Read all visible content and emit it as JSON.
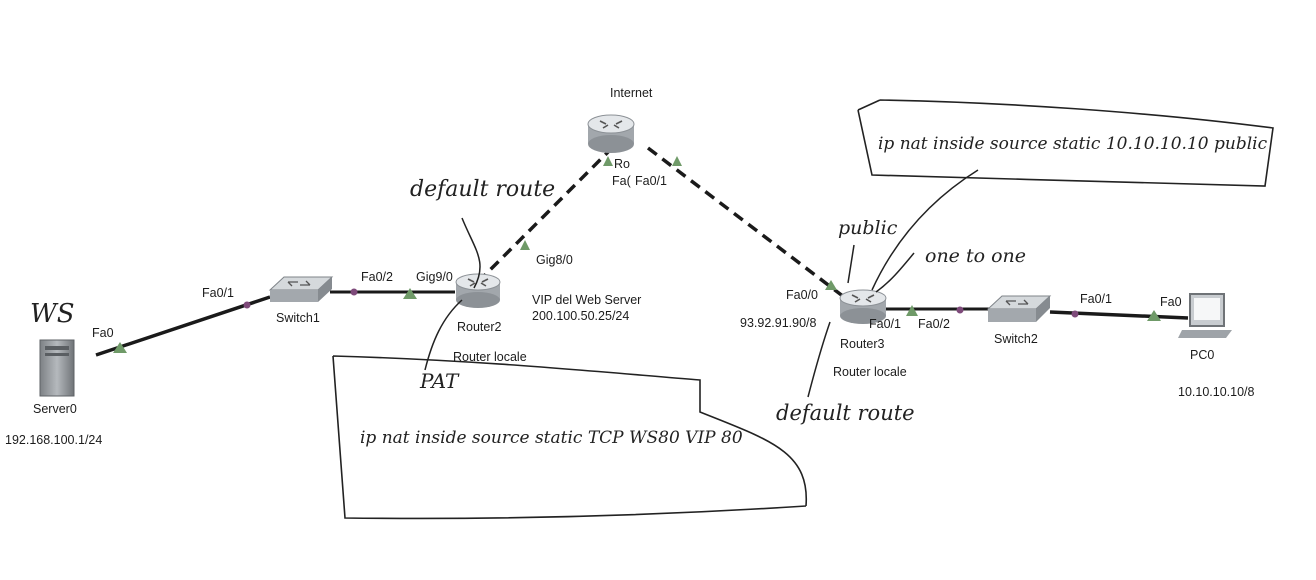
{
  "devices": {
    "internet": {
      "name": "Internet"
    },
    "router2": {
      "name": "Router2",
      "role": "Router locale"
    },
    "router3": {
      "name": "Router3",
      "role": "Router locale"
    },
    "switch1": {
      "name": "Switch1"
    },
    "switch2": {
      "name": "Switch2"
    },
    "server0": {
      "name": "Server0",
      "ip": "192.168.100.1/24"
    },
    "pc0": {
      "name": "PC0",
      "ip": "10.10.10.10/8"
    }
  },
  "ports": {
    "server0_fa0": "Fa0",
    "switch1_fa01": "Fa0/1",
    "switch1_fa02": "Fa0/2",
    "router2_gig90": "Gig9/0",
    "router2_gig80": "Gig8/0",
    "internet_fa0_left": "Fa(",
    "internet_fa01": "Fa0/1",
    "router3_fa00": "Fa0/0",
    "router3_fa01": "Fa0/1",
    "switch2_fa02": "Fa0/2",
    "switch2_fa01": "Fa0/1",
    "pc0_fa0": "Fa0"
  },
  "router2_info": {
    "line1": "VIP del Web Server",
    "line2": "200.100.50.25/24"
  },
  "router3_ip": "93.92.91.90/8",
  "handwriting": {
    "ws": "WS",
    "default_route_left": "default route",
    "pat": "PAT",
    "pat_command": "ip nat inside source static TCP WS80 VIP 80",
    "public_ip": "public",
    "one_to_one": "one to one",
    "default_route_right": "default route",
    "nat_command": "ip nat inside source static 10.10.10.10 public"
  },
  "colors": {
    "link": "#1a1a1a",
    "router_body": "#b9bec3",
    "router_top": "#e6e9ec",
    "switch_body": "#a9aeb3",
    "triangle": "#6f9a68",
    "dot": "#7e4a7a"
  }
}
